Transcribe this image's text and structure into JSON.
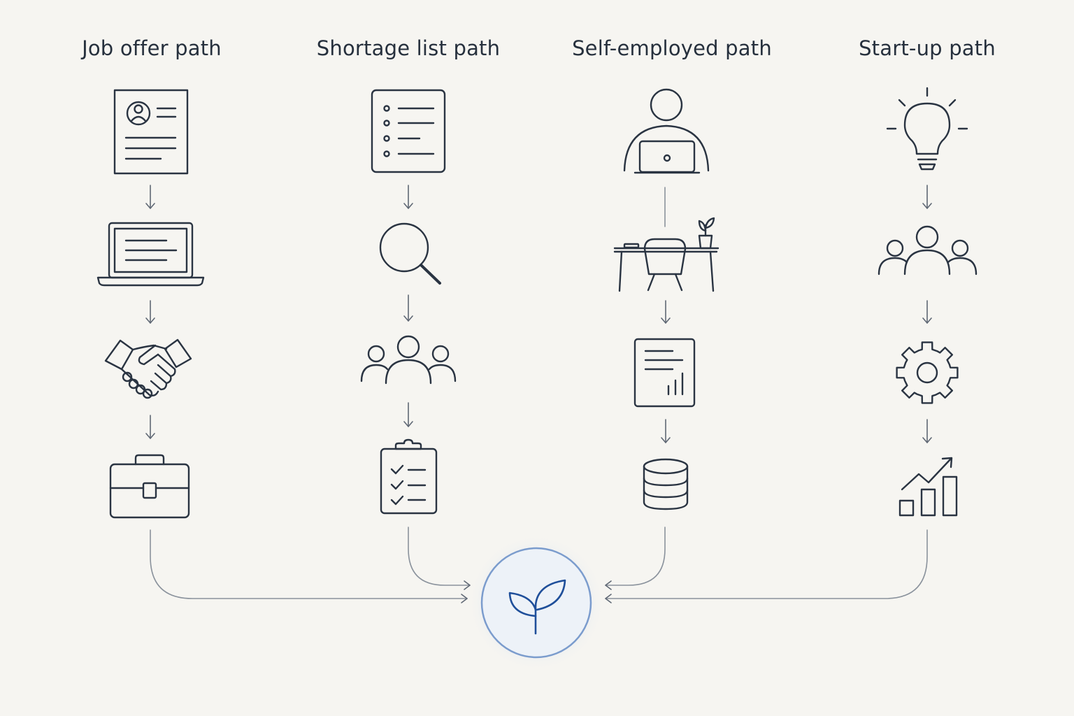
{
  "paths": [
    {
      "title": "Job offer path",
      "steps": [
        "resume-icon",
        "laptop-icon",
        "handshake-icon",
        "briefcase-icon"
      ]
    },
    {
      "title": "Shortage list path",
      "steps": [
        "checklist-document-icon",
        "magnifier-icon",
        "group-icon",
        "clipboard-checklist-icon"
      ]
    },
    {
      "title": "Self-employed path",
      "steps": [
        "person-at-laptop-icon",
        "desk-chair-plant-icon",
        "report-chart-icon",
        "database-icon"
      ]
    },
    {
      "title": "Start-up path",
      "steps": [
        "lightbulb-icon",
        "team-icon",
        "gear-icon",
        "growth-chart-icon"
      ]
    }
  ],
  "destination": {
    "icon": "sprout-icon"
  },
  "colors": {
    "background": "#f6f5f1",
    "icon_stroke": "#2a3442",
    "connector": "#8a929c",
    "hub_ring": "#7b9ccd",
    "hub_fill": "#edf2f8",
    "hub_icon": "#1f4f9a"
  }
}
